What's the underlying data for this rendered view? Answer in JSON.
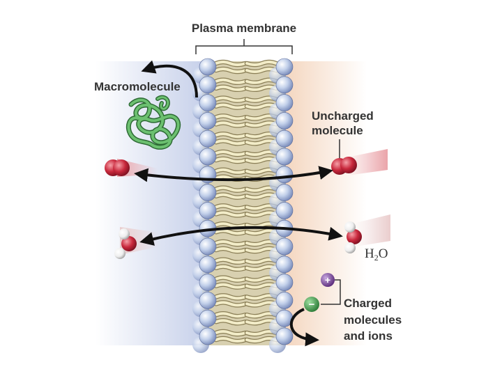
{
  "title": "Plasma membrane",
  "labels": {
    "macromolecule": "Macromolecule",
    "uncharged_line1": "Uncharged",
    "uncharged_line2": "molecule",
    "water_h": "H",
    "water_2": "2",
    "water_o": "O",
    "charged_line1": "Charged",
    "charged_line2": "molecules",
    "charged_line3": "and ions",
    "plus_sign": "+",
    "minus_sign": "−"
  },
  "colors": {
    "left_side": "#c9d3ec",
    "right_side": "#f6dcc7",
    "head": "#b8c8e6",
    "tail": "#e8e0b8",
    "protein": "#5aa860",
    "uncharged": "#c8283c",
    "oxygen": "#c82030",
    "hydrogen": "#ffffff",
    "cation": "#7a4a9a",
    "anion": "#3c9a48",
    "arrow": "#111111"
  }
}
